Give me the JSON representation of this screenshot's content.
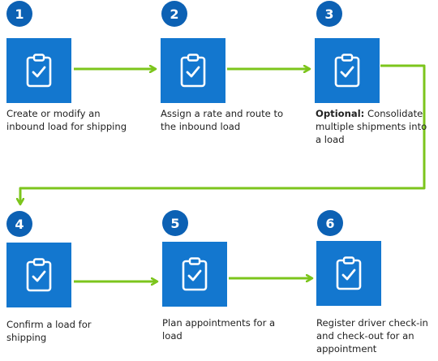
{
  "colors": {
    "tile": "#1377cf",
    "badge": "#0c61b4",
    "arrow": "#7cc51c"
  },
  "steps": [
    {
      "number": "1",
      "icon": "clipboard-check-icon",
      "caption_bold": "",
      "caption": "Create or modify an inbound load for shipping"
    },
    {
      "number": "2",
      "icon": "clipboard-check-icon",
      "caption_bold": "",
      "caption": "Assign a rate and route to the inbound load"
    },
    {
      "number": "3",
      "icon": "clipboard-check-icon",
      "caption_bold": "Optional:",
      "caption": " Consolidate multiple shipments into a load"
    },
    {
      "number": "4",
      "icon": "clipboard-check-icon",
      "caption_bold": "",
      "caption": "Confirm a load for shipping"
    },
    {
      "number": "5",
      "icon": "clipboard-check-icon",
      "caption_bold": "",
      "caption": "Plan appointments for a load"
    },
    {
      "number": "6",
      "icon": "clipboard-check-icon",
      "caption_bold": "",
      "caption": "Register driver check-in and check-out for an appointment"
    }
  ]
}
